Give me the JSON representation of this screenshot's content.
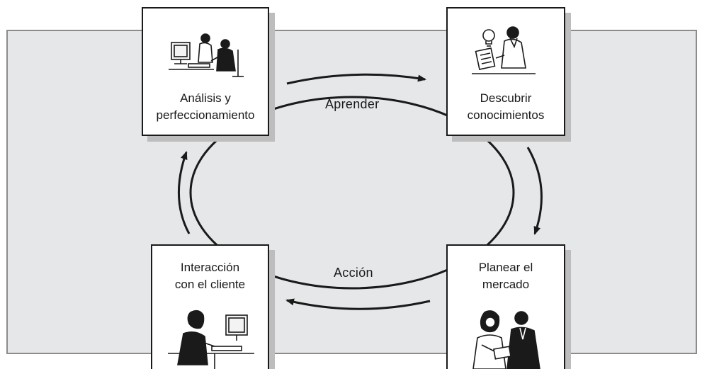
{
  "nodes": {
    "top_left": {
      "line1": "Análisis y",
      "line2": "perfeccionamiento",
      "icon": "office-workers-at-computer-icon"
    },
    "top_right": {
      "line1": "Descubrir",
      "line2": "conocimientos",
      "icon": "person-with-lightbulb-idea-icon"
    },
    "bottom_right": {
      "line1": "Planear el",
      "line2": "mercado",
      "icon": "two-people-planning-icon"
    },
    "bottom_left": {
      "line1": "Interacción",
      "line2": "con el cliente",
      "icon": "woman-at-computer-icon"
    }
  },
  "edges": {
    "top": "Aprender",
    "bottom": "Acción"
  },
  "colors": {
    "background_panel": "#e6e7e8",
    "panel_border": "#8c8c8c",
    "stroke": "#1a1a1a",
    "box_shadow": "#bdbdbd"
  }
}
